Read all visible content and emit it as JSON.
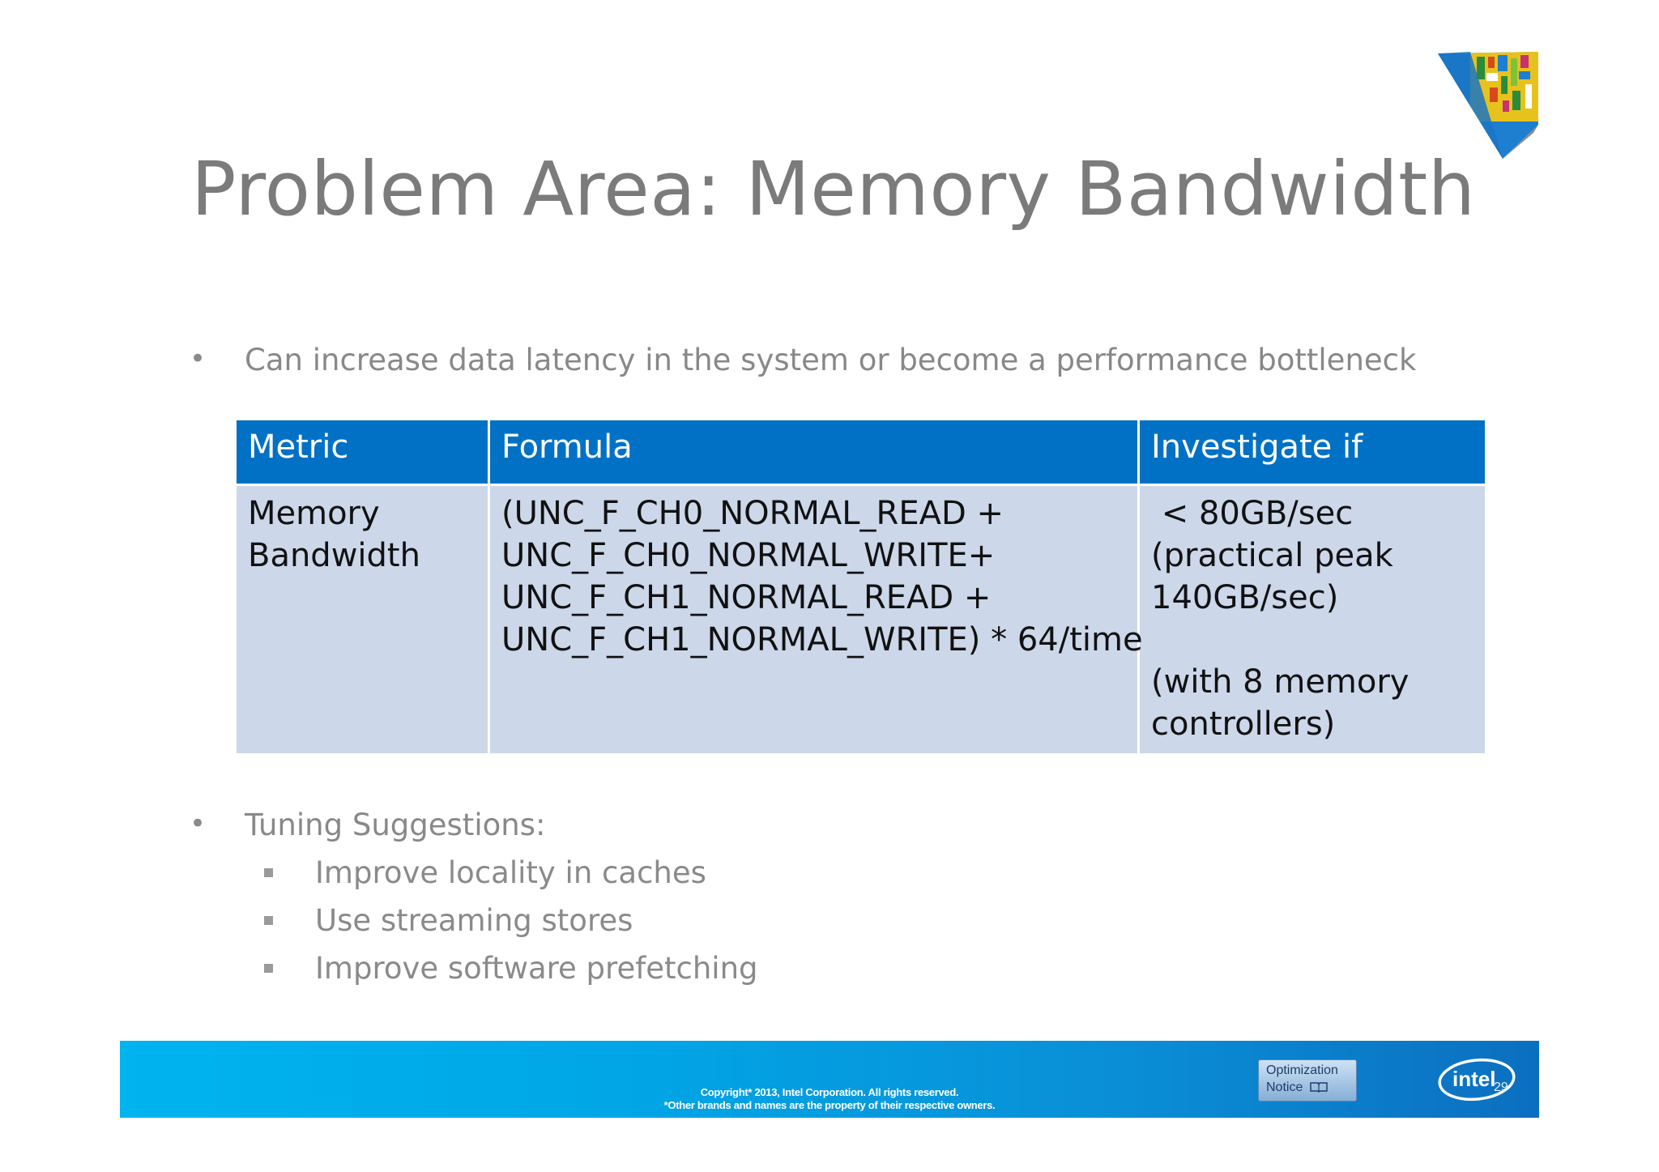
{
  "title": "Problem Area: Memory Bandwidth",
  "bullets": {
    "first": "Can increase data latency in the system or become a performance bottleneck",
    "second": "Tuning Suggestions:",
    "suggestions": [
      "Improve locality in caches",
      "Use streaming stores",
      "Improve software prefetching"
    ]
  },
  "table": {
    "headers": [
      "Metric",
      "Formula",
      "Investigate if"
    ],
    "metric": [
      "Memory",
      "Bandwidth"
    ],
    "formula": [
      "(UNC_F_CH0_NORMAL_READ +",
      "UNC_F_CH0_NORMAL_WRITE+",
      "UNC_F_CH1_NORMAL_READ +",
      "UNC_F_CH1_NORMAL_WRITE) * 64/time"
    ],
    "investigate": {
      "lines": [
        " < 80GB/sec",
        "(practical peak",
        "140GB/sec)"
      ],
      "note": [
        "(with 8 memory",
        "controllers)"
      ]
    }
  },
  "footer": {
    "copyright_line1": "Copyright* 2013, Intel Corporation. All rights reserved.",
    "copyright_line2": "*Other brands and names are the property of their respective owners.",
    "optimization_line1": "Optimization",
    "optimization_line2": "Notice",
    "logo_text": "intel",
    "page_number": "29"
  },
  "colors": {
    "header_blue": "#0071c5",
    "cell_light_blue": "#cdd7ea",
    "title_gray": "#7b7b7b",
    "footer_cyan": "#00b4ef"
  },
  "icons": {
    "corner_logo": "intel-corner-graphic-icon",
    "notice_book": "book-icon"
  }
}
